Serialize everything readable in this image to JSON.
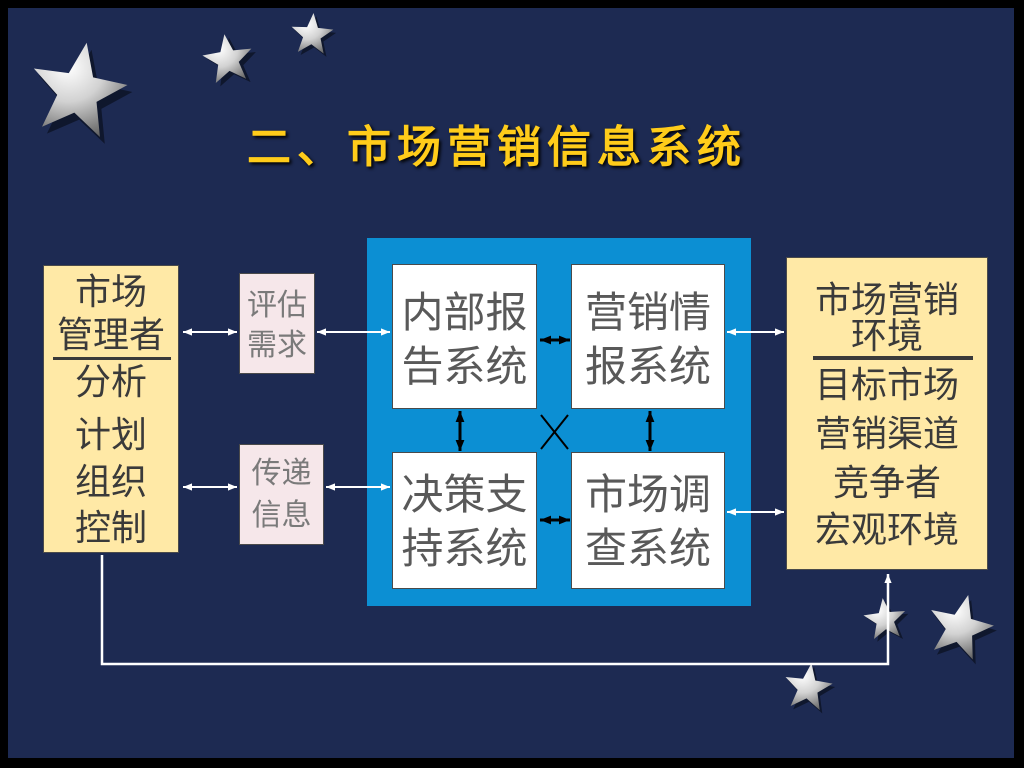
{
  "slide": {
    "title": "二、市场营销信息系统",
    "decoration_icon": "star-icon"
  },
  "left_box": {
    "header_lines": [
      "市场",
      "管理者"
    ],
    "items": [
      "分析",
      "计划",
      "组织",
      "控制"
    ]
  },
  "flow_boxes": [
    {
      "lines": [
        "评估",
        "需求"
      ]
    },
    {
      "lines": [
        "传递",
        "信息"
      ]
    }
  ],
  "systems": [
    {
      "lines": [
        "内部报",
        "告系统"
      ]
    },
    {
      "lines": [
        "营销情",
        "报系统"
      ]
    },
    {
      "lines": [
        "决策支",
        "持系统"
      ]
    },
    {
      "lines": [
        "市场调",
        "查系统"
      ]
    }
  ],
  "right_box": {
    "header_lines": [
      "市场营销",
      "环境"
    ],
    "items": [
      "目标市场",
      "营销渠道",
      "竞争者",
      "宏观环境"
    ]
  },
  "colors": {
    "background": "#1d2a52",
    "title": "#ffcc1a",
    "panel_yellow": "#ffe9a6",
    "panel_pink": "#f6e7ea",
    "system_block": "#0c8fd3",
    "system_box": "#ffffff",
    "box_text": "#595959",
    "side_text": "#3a3a3a",
    "arrow_light": "#ffffff",
    "arrow_dark": "#000000"
  }
}
